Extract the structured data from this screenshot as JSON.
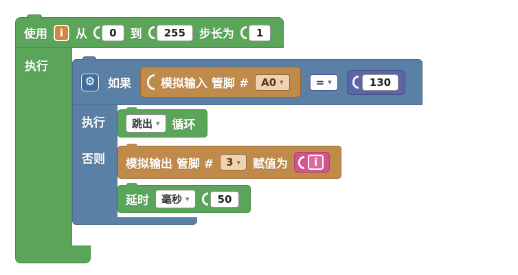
{
  "ui": {
    "dropdown_arrow": "▾",
    "gear_icon": "⚙"
  },
  "colors": {
    "loop_green": "#5ba55b",
    "logic_blue": "#5b80a5",
    "math_indigo": "#5b67a5",
    "io_tan": "#c08a4a",
    "variable_pink": "#d4548c",
    "variable_orange": "#c98a40"
  },
  "for_loop": {
    "use_label": "使用",
    "variable": "i",
    "from_label": "从",
    "from_value": "0",
    "to_label": "到",
    "to_value": "255",
    "step_label": "步长为",
    "step_value": "1",
    "do_label": "执行"
  },
  "if_block": {
    "if_label": "如果",
    "do_label": "执行",
    "else_label": "否则"
  },
  "condition": {
    "analog_read_label": "模拟输入 管脚 #",
    "pin": "A0",
    "operator": "=",
    "compare_value": "130"
  },
  "break_block": {
    "action": "跳出",
    "suffix_label": "循环"
  },
  "analog_write": {
    "label": "模拟输出 管脚 #",
    "pin": "3",
    "assign_label": "赋值为",
    "variable": "i"
  },
  "delay_block": {
    "label": "延时",
    "unit": "毫秒",
    "value": "50"
  }
}
